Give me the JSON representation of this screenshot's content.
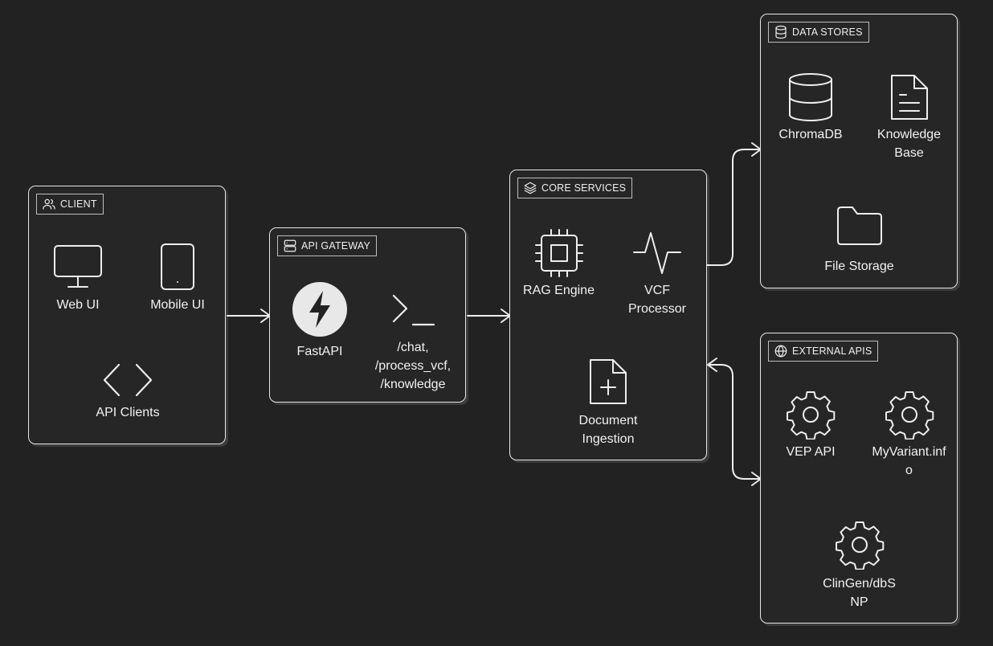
{
  "client": {
    "title": "CLIENT",
    "items": [
      {
        "label": "Web UI",
        "icon": "monitor-icon"
      },
      {
        "label": "Mobile UI",
        "icon": "tablet-icon"
      },
      {
        "label": "API Clients",
        "icon": "code-icon"
      }
    ]
  },
  "gateway": {
    "title": "API GATEWAY",
    "items": [
      {
        "label": "FastAPI",
        "icon": "lightning-icon"
      },
      {
        "label": "/chat, /process_vcf, /knowledge",
        "icon": "terminal-icon"
      }
    ]
  },
  "core": {
    "title": "CORE SERVICES",
    "items": [
      {
        "label": "RAG Engine",
        "icon": "chip-icon"
      },
      {
        "label": "VCF Processor",
        "icon": "pulse-icon"
      },
      {
        "label": "Document Ingestion",
        "icon": "file-plus-icon"
      }
    ]
  },
  "stores": {
    "title": "DATA STORES",
    "items": [
      {
        "label": "ChromaDB",
        "icon": "database-icon"
      },
      {
        "label": "Knowledge Base",
        "icon": "document-icon"
      },
      {
        "label": "File Storage",
        "icon": "folder-icon"
      }
    ]
  },
  "external": {
    "title": "EXTERNAL APIS",
    "items": [
      {
        "label": "VEP API",
        "icon": "gear-icon"
      },
      {
        "label": "MyVariant.info",
        "icon": "gear-icon"
      },
      {
        "label": "ClinGen/dbSNP",
        "icon": "gear-icon"
      }
    ]
  },
  "colors": {
    "background": "#222222",
    "stroke": "#e6e6e6",
    "text": "#f2f2f2"
  }
}
